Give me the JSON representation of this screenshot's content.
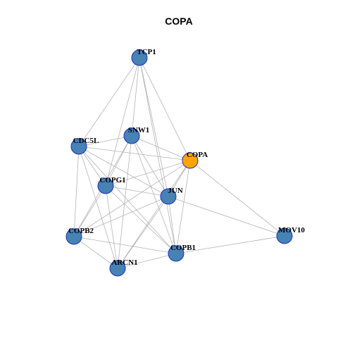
{
  "title": "COPA",
  "colors": {
    "node_fill": "#4682B4",
    "focus_fill": "#FFA500",
    "node_stroke": "#1f2fbf",
    "edge": "#b4b4b4"
  },
  "nodes": [
    {
      "id": "TCP1",
      "label": "TCP1",
      "focus": false
    },
    {
      "id": "SNW1",
      "label": "SNW1",
      "focus": false
    },
    {
      "id": "CDC5L",
      "label": "CDC5L",
      "focus": false
    },
    {
      "id": "COPA",
      "label": "COPA",
      "focus": true
    },
    {
      "id": "COPG1",
      "label": "COPG1",
      "focus": false
    },
    {
      "id": "JUN",
      "label": "JUN",
      "focus": false
    },
    {
      "id": "COPB2",
      "label": "COPB2",
      "focus": false
    },
    {
      "id": "MOV10",
      "label": "MOV10",
      "focus": false
    },
    {
      "id": "COPB1",
      "label": "COPB1",
      "focus": false
    },
    {
      "id": "ARCN1",
      "label": "ARCN1",
      "focus": false
    }
  ],
  "edges": [
    [
      "TCP1",
      "CDC5L"
    ],
    [
      "TCP1",
      "SNW1"
    ],
    [
      "TCP1",
      "COPA"
    ],
    [
      "TCP1",
      "COPG1"
    ],
    [
      "TCP1",
      "JUN"
    ],
    [
      "TCP1",
      "COPB1"
    ],
    [
      "CDC5L",
      "SNW1"
    ],
    [
      "CDC5L",
      "COPA"
    ],
    [
      "CDC5L",
      "COPG1"
    ],
    [
      "CDC5L",
      "JUN"
    ],
    [
      "CDC5L",
      "COPB2"
    ],
    [
      "CDC5L",
      "ARCN1"
    ],
    [
      "CDC5L",
      "COPB1"
    ],
    [
      "SNW1",
      "COPA"
    ],
    [
      "SNW1",
      "COPG1"
    ],
    [
      "SNW1",
      "JUN"
    ],
    [
      "SNW1",
      "COPB2"
    ],
    [
      "SNW1",
      "ARCN1"
    ],
    [
      "SNW1",
      "COPB1"
    ],
    [
      "COPA",
      "COPG1"
    ],
    [
      "COPA",
      "JUN"
    ],
    [
      "COPA",
      "COPB2"
    ],
    [
      "COPA",
      "ARCN1"
    ],
    [
      "COPA",
      "COPB1"
    ],
    [
      "COPA",
      "MOV10"
    ],
    [
      "COPG1",
      "JUN"
    ],
    [
      "COPG1",
      "COPB2"
    ],
    [
      "COPG1",
      "ARCN1"
    ],
    [
      "COPG1",
      "COPB1"
    ],
    [
      "JUN",
      "COPB2"
    ],
    [
      "JUN",
      "ARCN1"
    ],
    [
      "JUN",
      "COPB1"
    ],
    [
      "JUN",
      "MOV10"
    ],
    [
      "COPB2",
      "ARCN1"
    ],
    [
      "COPB2",
      "COPB1"
    ],
    [
      "ARCN1",
      "COPB1"
    ],
    [
      "COPB1",
      "MOV10"
    ]
  ]
}
